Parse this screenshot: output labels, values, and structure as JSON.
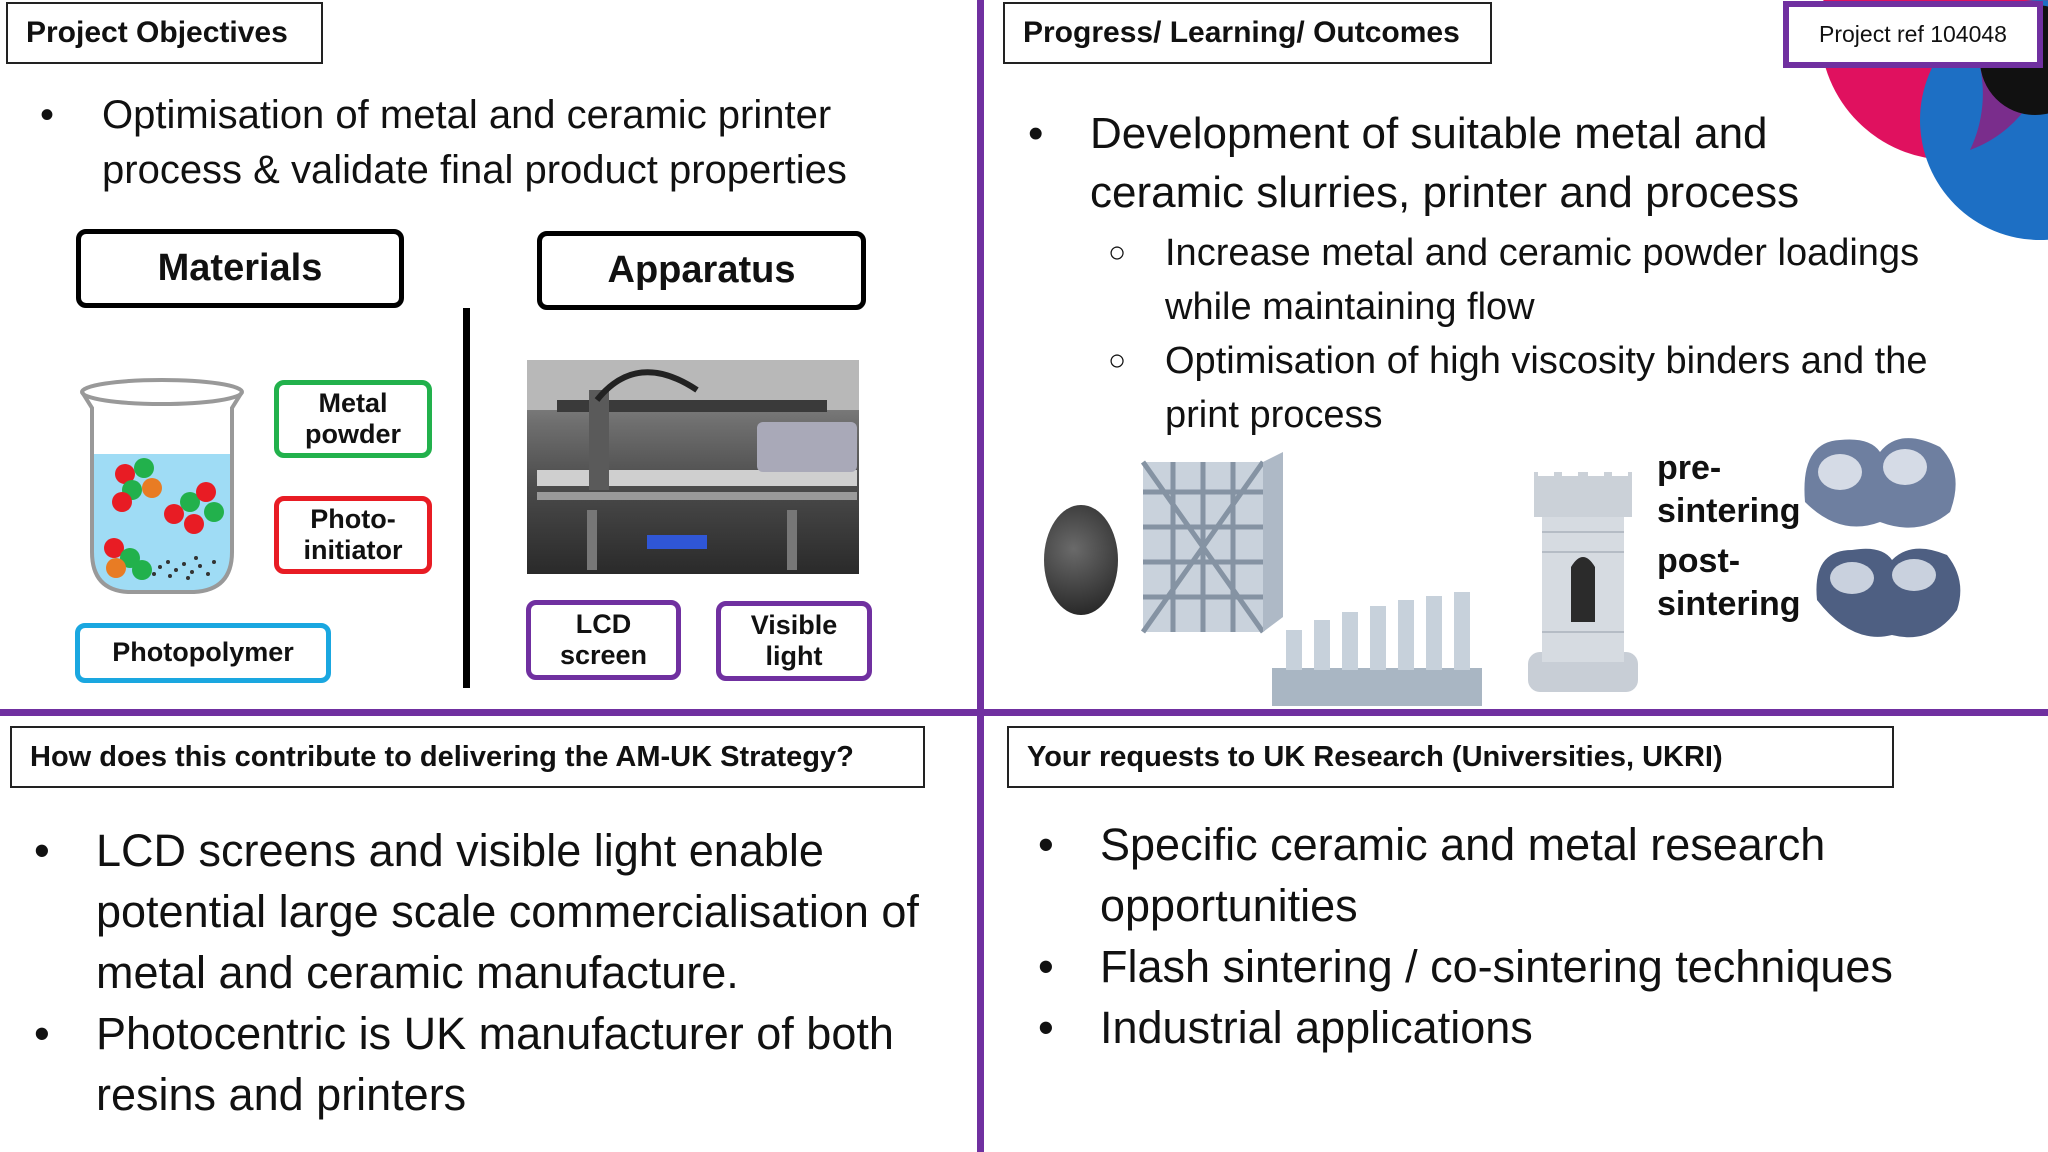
{
  "objectives": {
    "title": "Project Objectives",
    "bullets": [
      "Optimisation of metal and ceramic printer process & validate final product properties"
    ],
    "materials": {
      "heading": "Materials",
      "metal": "Metal powder",
      "photo_initiator": "Photo-initiator",
      "photopolymer": "Photopolymer"
    },
    "apparatus": {
      "heading": "Apparatus",
      "lcd": "LCD screen",
      "visible": "Visible light"
    }
  },
  "progress": {
    "title": "Progress/ Learning/ Outcomes",
    "project_ref": "Project ref 104048",
    "bullet": "Development of suitable metal and ceramic slurries, printer and process",
    "sub_bullets": [
      "Increase metal and ceramic powder loadings while maintaining flow",
      "Optimisation of high viscosity binders and the print process"
    ],
    "pre_label": "pre-sintering",
    "post_label": "post-sintering"
  },
  "strategy": {
    "title": "How does this contribute to delivering the AM-UK Strategy?",
    "bullets": [
      "LCD screens and visible light enable potential large scale commercialisation of metal and ceramic manufacture.",
      "Photocentric is UK manufacturer of both resins and printers"
    ]
  },
  "requests": {
    "title": "Your requests to UK Research (Universities, UKRI)",
    "bullets": [
      "Specific ceramic and metal research opportunities",
      "Flash sintering / co-sintering techniques",
      "Industrial applications"
    ]
  },
  "colors": {
    "purple": "#7030a0",
    "green": "#22b14c",
    "red": "#e81c24",
    "blue": "#1aa7e0",
    "logo_magenta": "#e0115f",
    "logo_blue": "#1d6fc4"
  },
  "icons": {
    "bullet": "•",
    "sub_bullet": "○"
  }
}
